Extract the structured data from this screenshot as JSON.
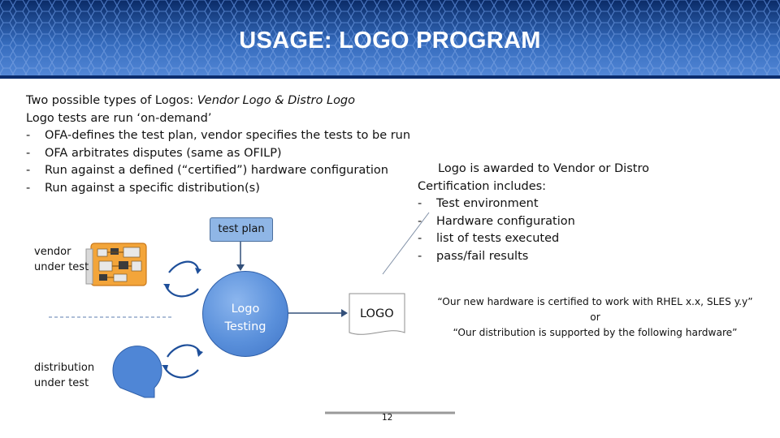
{
  "header": {
    "title": "USAGE: LOGO PROGRAM"
  },
  "intro": {
    "line1_prefix": "Two possible types of Logos: ",
    "line1_italic": "Vendor Logo & Distro Logo",
    "line2": "Logo tests are run ‘on-demand’",
    "bullets": [
      "OFA-defines the test plan, vendor specifies the tests to be run",
      "OFA arbitrates disputes (same as OFILP)",
      "Run against a defined (“certified”) hardware configuration",
      "Run against a specific distribution(s)"
    ]
  },
  "award": {
    "line1": "Logo is awarded to Vendor or Distro",
    "line2": "Certification includes:",
    "bullets": [
      "Test environment",
      "Hardware configuration",
      "list of tests executed",
      "pass/fail results"
    ]
  },
  "quote": {
    "line1": "“Our new hardware is certified to work with RHEL x.x, SLES y.y”",
    "line2": "or",
    "line3": "“Our distribution is supported by the following hardware”"
  },
  "diagram": {
    "test_plan": "test plan",
    "vendor_line1": "vendor",
    "vendor_line2": "under test",
    "logo_testing_line1": "Logo",
    "logo_testing_line2": "Testing",
    "logo_doc": "LOGO",
    "distribution_line1": "distribution",
    "distribution_line2": "under test"
  },
  "footer": {
    "page_number": "12"
  },
  "colors": {
    "banner_dark": "#0a2a66",
    "banner_light": "#2f6fd0",
    "accent_blue": "#4f86d6",
    "circuit_orange": "#f3a53a"
  }
}
